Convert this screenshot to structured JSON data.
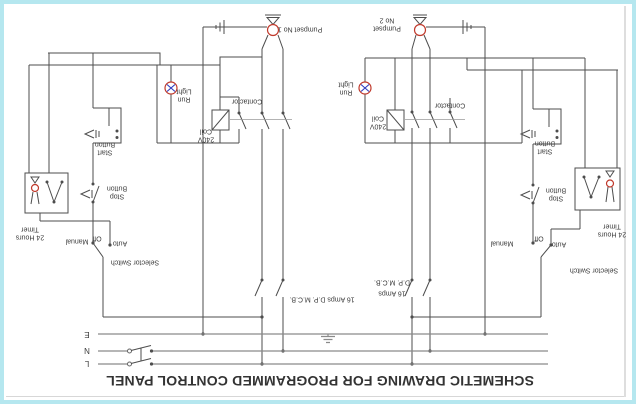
{
  "title": "SCHEMETIC DRAWING FOR PROGRAMMED CONTROL PANEL",
  "colors": {
    "border": "#b5e7ef",
    "wire": "#4d4d4d",
    "bus": "#8a8a8a",
    "accent_red": "#c0392b",
    "accent_blue": "#2e3bbf",
    "text": "#3a3a3a"
  },
  "buses": {
    "earth": "E",
    "neutral": "N",
    "line": "L"
  },
  "circuit1": {
    "pump": [
      "Pumpset No 1"
    ],
    "light": [
      "Light",
      "Run"
    ],
    "coil": [
      "Coil",
      "240V"
    ],
    "contactor": "Contactor",
    "start": [
      "Button",
      "Start"
    ],
    "stop": [
      "Button",
      "Stop"
    ],
    "timer": [
      "Timer",
      "24 Hours"
    ],
    "selector": {
      "manual": "Manual",
      "off": "Off",
      "auto": "Auto",
      "label": "Selector Switch"
    },
    "mcb": [
      "16 Amps D.P. M.C.B."
    ]
  },
  "circuit2": {
    "pump": [
      "No 2",
      "Pumpset"
    ],
    "light": [
      "Light",
      "Run"
    ],
    "coil": [
      "Coil",
      "240V"
    ],
    "contactor": "Contactor",
    "start": [
      "Button",
      "Start"
    ],
    "stop": [
      "Button",
      "Stop"
    ],
    "timer": [
      "Timer",
      "24 Hours"
    ],
    "selector": {
      "manual": "Manual",
      "off": "Off",
      "auto": "Auto",
      "label": "Selector Switch"
    },
    "mcb": [
      "D.P. M.C.B.",
      "16 Amps"
    ]
  }
}
